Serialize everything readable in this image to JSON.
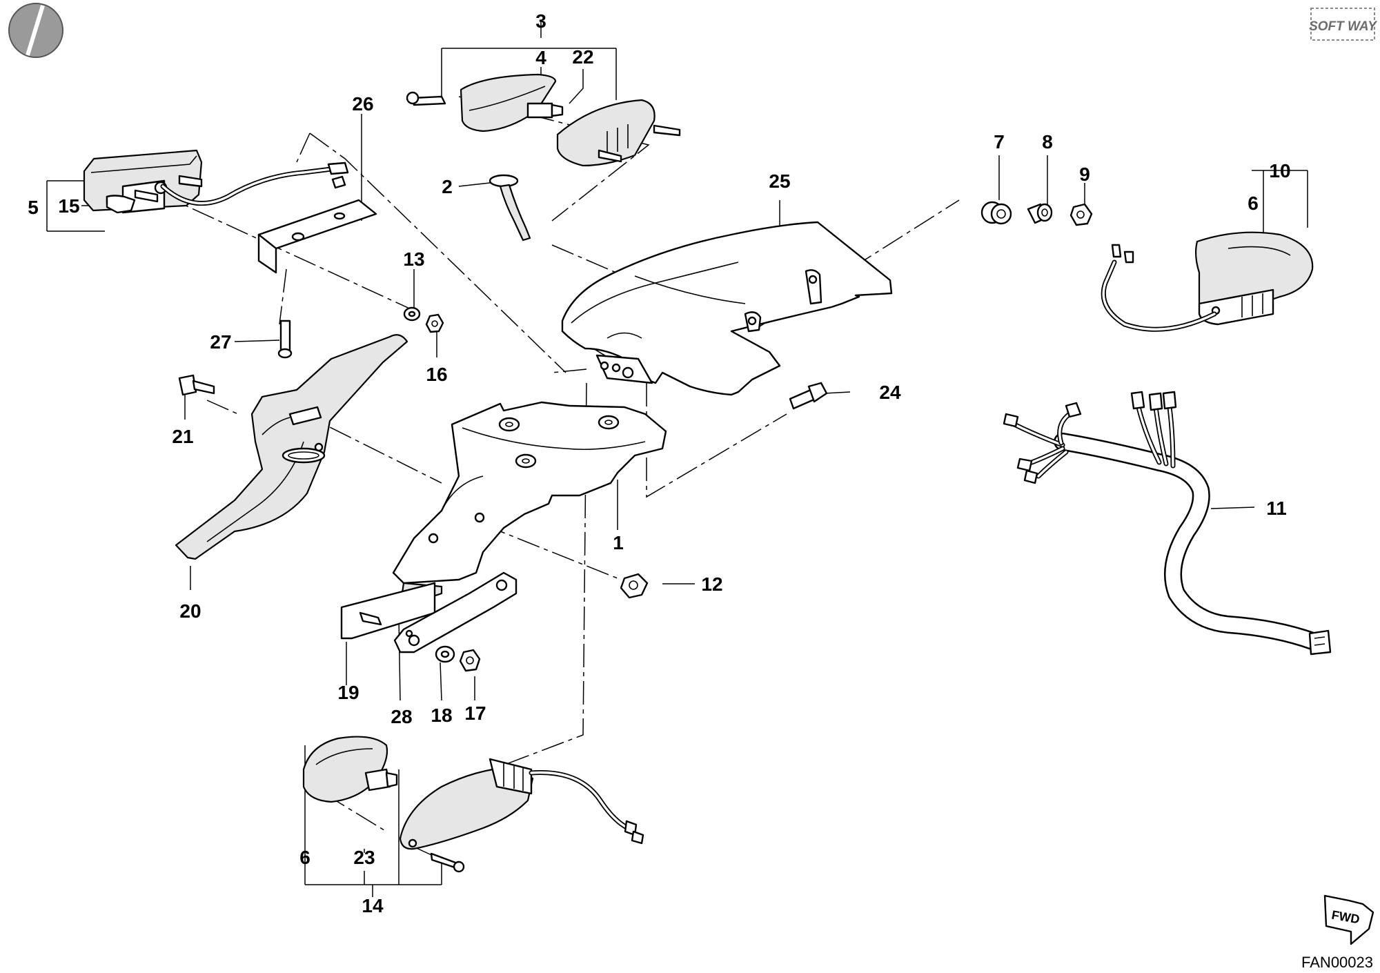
{
  "logos": {
    "brand": "SOFT WAY"
  },
  "figure_ref": "FAN00023",
  "fwd_label": "FWD",
  "callouts": [
    {
      "id": "c1",
      "text": "1"
    },
    {
      "id": "c2",
      "text": "2"
    },
    {
      "id": "c3",
      "text": "3"
    },
    {
      "id": "c4",
      "text": "4"
    },
    {
      "id": "c5",
      "text": "5"
    },
    {
      "id": "c6a",
      "text": "6"
    },
    {
      "id": "c6b",
      "text": "6"
    },
    {
      "id": "c7",
      "text": "7"
    },
    {
      "id": "c8",
      "text": "8"
    },
    {
      "id": "c9",
      "text": "9"
    },
    {
      "id": "c10",
      "text": "10"
    },
    {
      "id": "c11",
      "text": "11"
    },
    {
      "id": "c12",
      "text": "12"
    },
    {
      "id": "c13",
      "text": "13"
    },
    {
      "id": "c14",
      "text": "14"
    },
    {
      "id": "c15",
      "text": "15"
    },
    {
      "id": "c16",
      "text": "16"
    },
    {
      "id": "c17",
      "text": "17"
    },
    {
      "id": "c18",
      "text": "18"
    },
    {
      "id": "c19",
      "text": "19"
    },
    {
      "id": "c20",
      "text": "20"
    },
    {
      "id": "c21",
      "text": "21"
    },
    {
      "id": "c22",
      "text": "22"
    },
    {
      "id": "c23",
      "text": "23"
    },
    {
      "id": "c24",
      "text": "24"
    },
    {
      "id": "c25",
      "text": "25"
    },
    {
      "id": "c26",
      "text": "26"
    },
    {
      "id": "c27",
      "text": "27"
    },
    {
      "id": "c28",
      "text": "28"
    }
  ],
  "colors": {
    "line": "#000000",
    "background": "#ffffff",
    "shade": "#e6e6e6"
  }
}
